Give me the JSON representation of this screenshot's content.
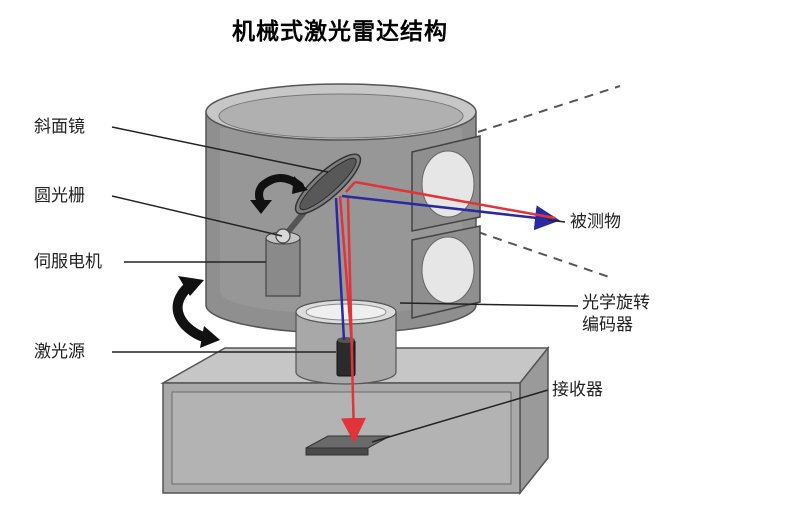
{
  "title": "机械式激光雷达结构",
  "labels": {
    "mirror": "斜面镜",
    "grating": "圆光栅",
    "servo_motor": "伺服电机",
    "laser_source": "激光源",
    "target": "被测物",
    "encoder_line1": "光学旋转",
    "encoder_line2": "编码器",
    "receiver": "接收器"
  },
  "colors": {
    "emit_beam": "#e0333a",
    "return_beam": "#2a2aa0",
    "housing_dark": "#8e8e8e",
    "housing_light": "#b9b9b9"
  }
}
